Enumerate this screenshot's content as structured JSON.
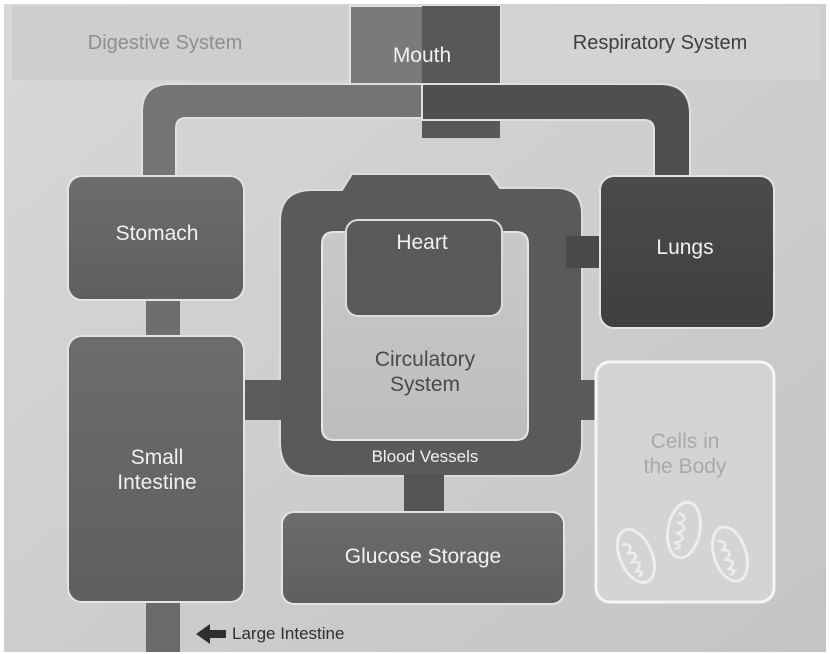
{
  "sections": {
    "digestive": "Digestive System",
    "respiratory": "Respiratory System"
  },
  "organs": {
    "mouth": "Mouth",
    "stomach": "Stomach",
    "heart": "Heart",
    "lungs": "Lungs",
    "circulatory": "Circulatory\nSystem",
    "blood_vessels": "Blood Vessels",
    "small_intestine": "Small\nIntestine",
    "cells": "Cells in\nthe Body",
    "glucose": "Glucose Storage",
    "large_intestine": "Large Intestine"
  },
  "icons": {
    "arrow": "left-arrow-icon",
    "mitochondria": "mitochondria-icon"
  }
}
